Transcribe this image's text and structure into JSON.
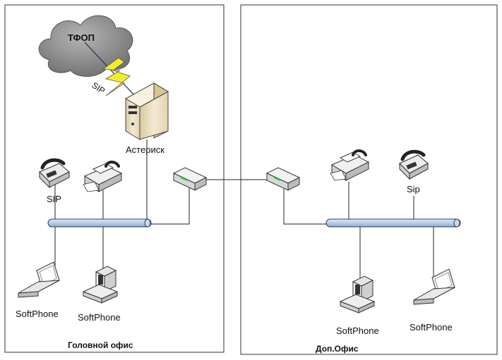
{
  "offices": [
    {
      "label": "Головной офис"
    },
    {
      "label": "Доп.Офис"
    }
  ],
  "cloud": {
    "label": "ТФОП",
    "icon": "cloud-icon"
  },
  "link": {
    "label": "SIP",
    "icon": "lightning-bolt-icon"
  },
  "server": {
    "label": "Астериск",
    "icon": "server-icon"
  },
  "main_office": {
    "phone_label": "SIP",
    "laptop_label": "SoftPhone",
    "desktop_label": "SoftPhone"
  },
  "branch_office": {
    "phone_label": "Sip",
    "desktop_label": "SoftPhone",
    "laptop_label": "SoftPhone"
  },
  "colors": {
    "bus": "#b9cde6",
    "bolt": "#f2ee2a",
    "cloud": "#8f8f8f",
    "server": "#efe3c4"
  }
}
